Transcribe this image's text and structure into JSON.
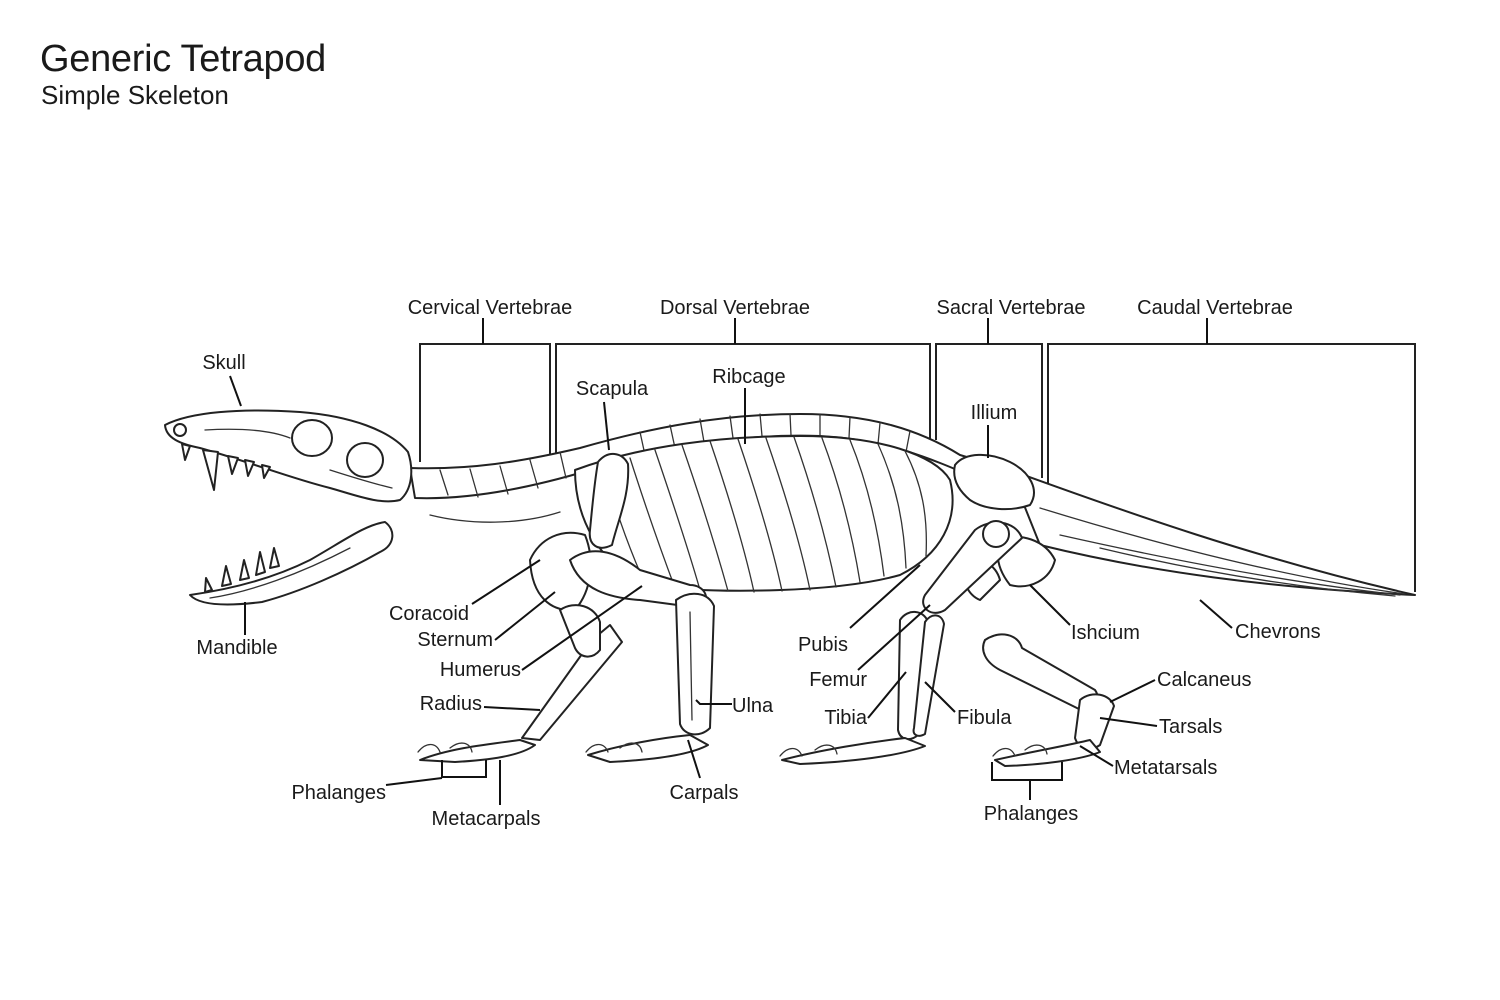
{
  "title": "Generic Tetrapod",
  "subtitle": "Simple Skeleton",
  "labels": {
    "cervical": "Cervical Vertebrae",
    "dorsal": "Dorsal Vertebrae",
    "sacral": "Sacral Vertebrae",
    "caudal": "Caudal Vertebrae",
    "skull": "Skull",
    "scapula": "Scapula",
    "ribcage": "Ribcage",
    "illium": "Illium",
    "mandible": "Mandible",
    "coracoid": "Coracoid",
    "sternum": "Sternum",
    "humerus": "Humerus",
    "radius": "Radius",
    "ulna": "Ulna",
    "phalanges_front": "Phalanges",
    "metacarpals": "Metacarpals",
    "carpals": "Carpals",
    "pubis": "Pubis",
    "femur": "Femur",
    "tibia": "Tibia",
    "fibula": "Fibula",
    "ishcium": "Ishcium",
    "chevrons": "Chevrons",
    "calcaneus": "Calcaneus",
    "tarsals": "Tarsals",
    "metatarsals": "Metatarsals",
    "phalanges_hind": "Phalanges"
  }
}
